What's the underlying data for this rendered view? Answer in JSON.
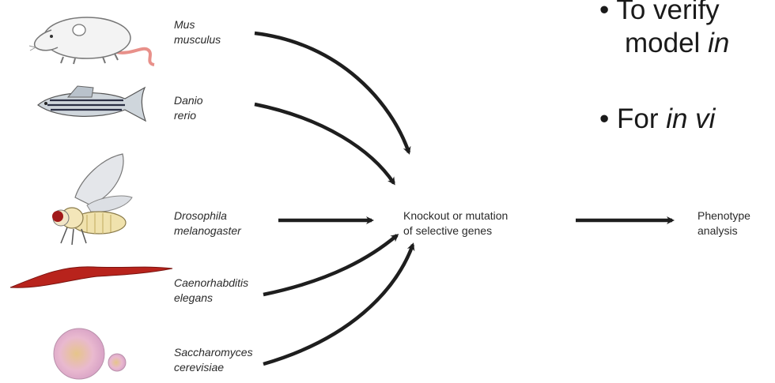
{
  "organisms": [
    {
      "label_line1": "Mus",
      "label_line2": "musculus",
      "icon": "mouse-icon"
    },
    {
      "label_line1": "Danio",
      "label_line2": "rerio",
      "icon": "zebrafish-icon"
    },
    {
      "label_line1": "Drosophila",
      "label_line2": "melanogaster",
      "icon": "fruit-fly-icon"
    },
    {
      "label_line1": "Caenorhabditis",
      "label_line2": "elegans",
      "icon": "worm-icon"
    },
    {
      "label_line1": "Saccharomyces",
      "label_line2": "cerevisiae",
      "icon": "yeast-icon"
    }
  ],
  "center": {
    "line1": "Knockout or mutation",
    "line2": "of selective genes"
  },
  "outcome": {
    "line1": "Phenotype",
    "line2": "analysis"
  },
  "bullets": [
    {
      "pre": "To verify",
      "line2_pre": "model ",
      "line2_em": "in"
    },
    {
      "pre": "For ",
      "em": "in vi"
    }
  ],
  "colors": {
    "arrow": "#1e1e1e",
    "worm": "#b8231c",
    "yeast": "#e7b6d9",
    "mouse_tail": "#e8908a"
  }
}
